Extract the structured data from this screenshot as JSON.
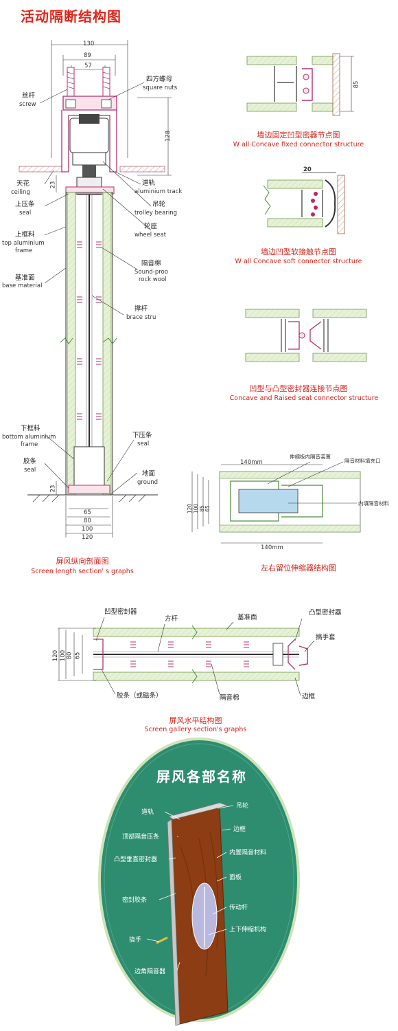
{
  "page_title": "活动隔断结构图",
  "vertical_section": {
    "caption_zh": "屏风纵向剖面图",
    "caption_en": "Screen length section' s graphs",
    "top_dims": [
      "130",
      "89",
      "57"
    ],
    "side_dim": "128",
    "left_dim_top": "23",
    "left_dim_bottom": "23",
    "bottom_dims": [
      "65",
      "80",
      "100",
      "120"
    ],
    "labels": {
      "screw_zh": "丝杆",
      "screw_en": "screw",
      "square_nuts_zh": "四方螺母",
      "square_nuts_en": "square nuts",
      "ceiling_zh": "天花",
      "ceiling_en": "ceiling",
      "seal_top_zh": "上压条",
      "seal_top_en": "seal",
      "top_frame_zh": "上框料",
      "top_frame_en1": "top aluminium",
      "top_frame_en2": "frame",
      "base_zh": "基准面",
      "base_en": "base material",
      "track_zh": "道轨",
      "track_en": "aluminium track",
      "trolley_zh": "吊轮",
      "trolley_en": "trolley bearing",
      "wheel_seat_zh": "轮座",
      "wheel_seat_en": "wheel seat",
      "rockwool_zh": "隔音棉",
      "rockwool_en1": "Sound-proo",
      "rockwool_en2": "rock wool",
      "brace_zh": "撑杆",
      "brace_en": "brace stru",
      "bottom_frame_zh": "下框料",
      "bottom_frame_en1": "bottom aluminium",
      "bottom_frame_en2": "frame",
      "seal_bottom_zh": "下压条",
      "seal_bottom_en": "seal",
      "rubber_zh": "胶条",
      "rubber_en": "seal",
      "ground_zh": "地面",
      "ground_en": "ground"
    }
  },
  "detail_1": {
    "caption_zh": "墙边固定凹型密器节点图",
    "caption_en": "W all Concave fixed connector structure",
    "dim": "85"
  },
  "detail_2": {
    "caption_zh": "墙边凹型软接触节点图",
    "caption_en": "W all Concave soft connector structure",
    "dim": "20"
  },
  "detail_3": {
    "caption_zh": "凹型与凸型密封器连接节点图",
    "caption_en": "Concave and Raised seat connector structure"
  },
  "detail_4": {
    "caption_zh": "左右留位伸缩器结构图",
    "dim_top": "140mm",
    "dim_bottom": "140mm",
    "side_dims": [
      "120",
      "100",
      "85",
      "65"
    ],
    "label_a": "伸缩板内隔音装置",
    "label_b": "隔音材料填充口",
    "label_c": "内填隔音材料"
  },
  "horizontal_section": {
    "caption_zh": "屏风水平结构图",
    "caption_en": "Screen gallery section's graphs",
    "side_dims": [
      "120",
      "100",
      "80",
      "65"
    ],
    "labels": {
      "concave": "凹型密封器",
      "square_bar": "方杆",
      "base": "基准面",
      "raised": "凸型密封器",
      "handle_cover": "搞手套",
      "rubber": "胶条（或磁条）",
      "rockwool": "隔音棉",
      "edge_frame": "边框"
    }
  },
  "parts_panel": {
    "title": "屏风各部名称",
    "left_tags": [
      "道轨",
      "顶部隔音压条",
      "凸型垂直密封器",
      "密封胶条",
      "搞手",
      "边角隔音器"
    ],
    "right_tags": [
      "吊轮",
      "边框",
      "内置隔音材料",
      "面板",
      "传动杆",
      "上下伸缩机构"
    ]
  },
  "colors": {
    "accent_red": "#e0281c",
    "oval_green": "#2e8c6f",
    "panel_wood": "#8c3d14",
    "wall_green": "#d8e9c8"
  }
}
